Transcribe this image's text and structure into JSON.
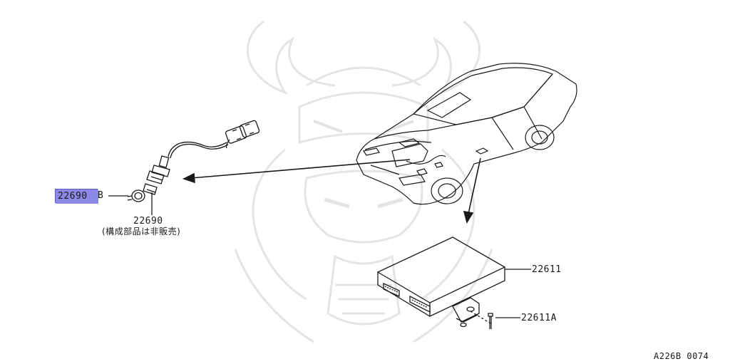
{
  "colors": {
    "highlight": "#8a8ae6",
    "line": "#1a1a1a",
    "watermark": "#e9e9e9"
  },
  "parts": {
    "highlighted_part": "22690",
    "highlighted_suffix": "B",
    "sensor_number": "22690",
    "sensor_note": "(構成部品は非販売)",
    "module_number": "22611",
    "bolt_number": "22611A"
  },
  "diagram_code": "A226B 0074",
  "watermark": "samurai-helmet-logo"
}
